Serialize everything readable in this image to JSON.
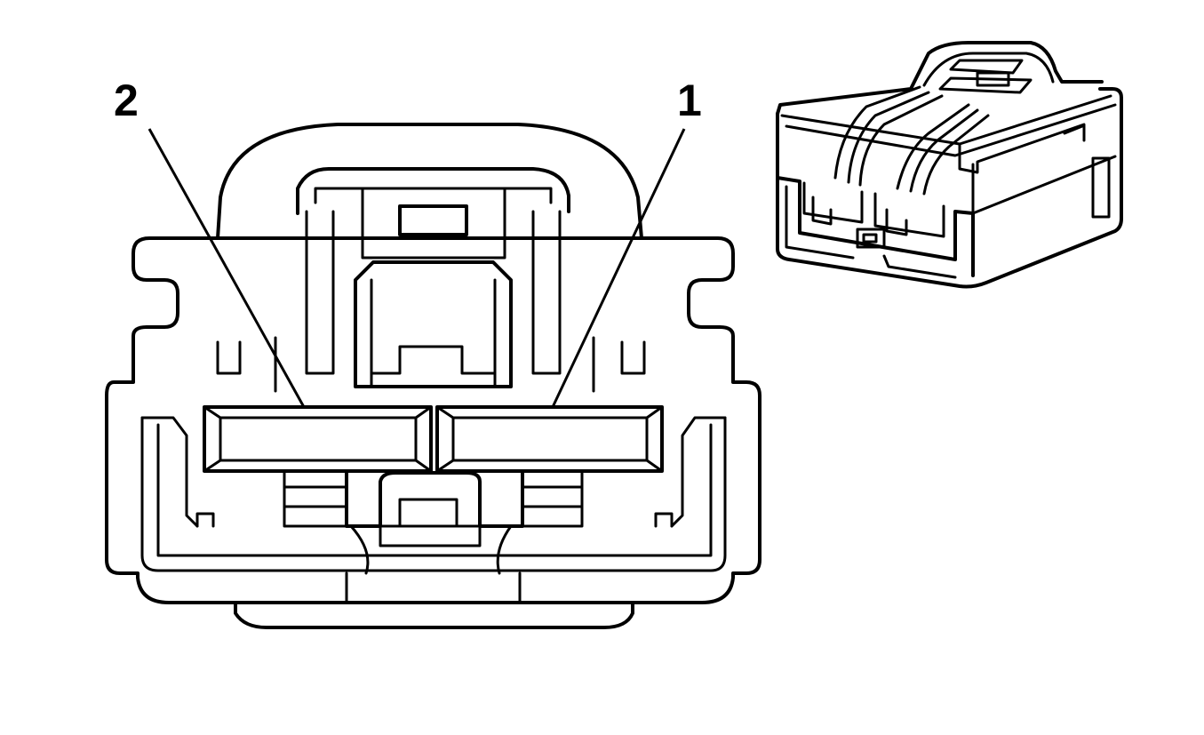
{
  "callouts": [
    {
      "id": "pin-2",
      "label": "2"
    },
    {
      "id": "pin-1",
      "label": "1"
    }
  ],
  "colors": {
    "line": "#000000",
    "background": "#ffffff"
  }
}
